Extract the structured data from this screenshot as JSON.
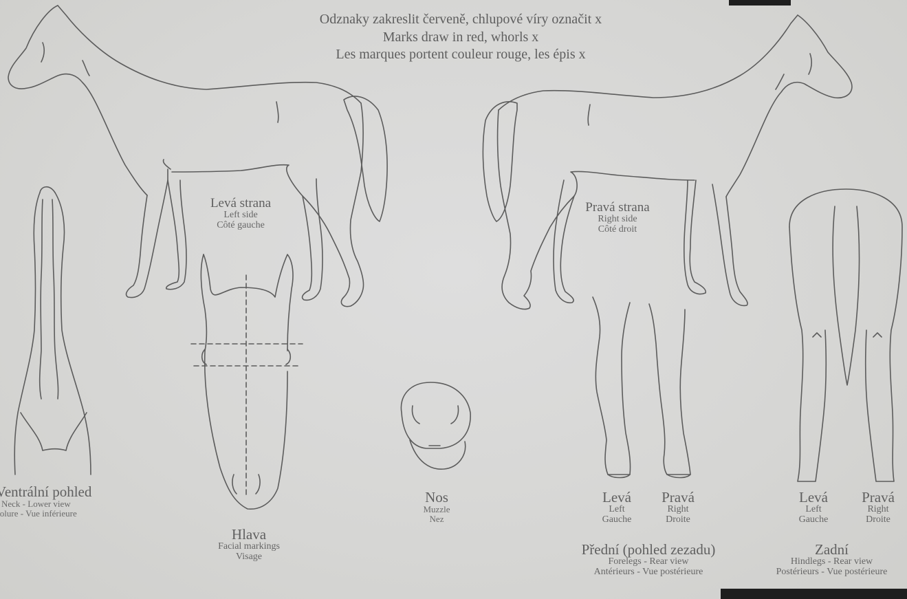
{
  "header": {
    "line_cz": "Odznaky zakreslit červeně, chlupové víry označit x",
    "line_en": "Marks draw in red, whorls x",
    "line_fr": "Les marques portent couleur rouge, les épis x"
  },
  "left_side": {
    "cz": "Levá strana",
    "en": "Left side",
    "fr": "Côté gauche"
  },
  "right_side": {
    "cz": "Pravá strana",
    "en": "Right side",
    "fr": "Côté droit"
  },
  "ventral": {
    "cz": "Ventrální pohled",
    "en": "Neck - Lower view",
    "fr": "colure - Vue inférieure"
  },
  "head": {
    "cz": "Hlava",
    "en": "Facial markings",
    "fr": "Visage"
  },
  "muzzle": {
    "cz": "Nos",
    "en": "Muzzle",
    "fr": "Nez"
  },
  "forelegs": {
    "left_cz": "Levá",
    "left_en": "Left",
    "left_fr": "Gauche",
    "right_cz": "Pravá",
    "right_en": "Right",
    "right_fr": "Droite",
    "title_cz": "Přední (pohled zezadu)",
    "title_en": "Forelegs - Rear view",
    "title_fr": "Antérieurs - Vue postérieure"
  },
  "hindlegs": {
    "left_cz": "Levá",
    "left_en": "Left",
    "left_fr": "Gauche",
    "right_cz": "Pravá",
    "right_en": "Right",
    "right_fr": "Droite",
    "title_cz": "Zadní",
    "title_en": "Hindlegs - Rear view",
    "title_fr": "Postérieurs - Vue postérieure"
  }
}
